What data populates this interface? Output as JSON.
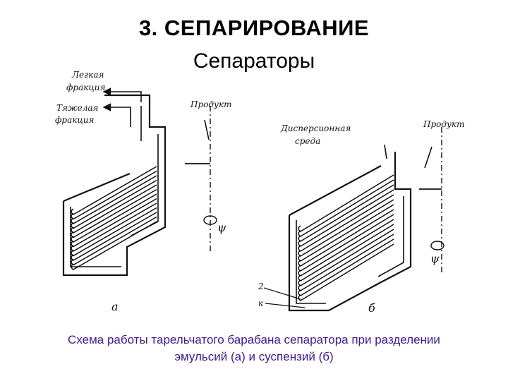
{
  "slide": {
    "title": "3. СЕПАРИРОВАНИЕ",
    "subtitle": "Сепараторы"
  },
  "figure_a": {
    "label_light_1": "Легкая",
    "label_light_2": "фракция",
    "label_heavy_1": "Тяжелая",
    "label_heavy_2": "фракция",
    "label_product": "Продукт",
    "label_omega": "ψ",
    "label_letter": "а"
  },
  "figure_b": {
    "label_medium_1": "Дисперсионная",
    "label_medium_2": "среда",
    "label_product": "Продукт",
    "label_omega": "ψ",
    "label_2": "2",
    "label_1": "к",
    "label_letter": "б"
  },
  "caption": {
    "line1": "Схема работы тарельчатого барабана сепаратора при разделении",
    "line2": "эмульсий (а) и суспензий (б)"
  }
}
